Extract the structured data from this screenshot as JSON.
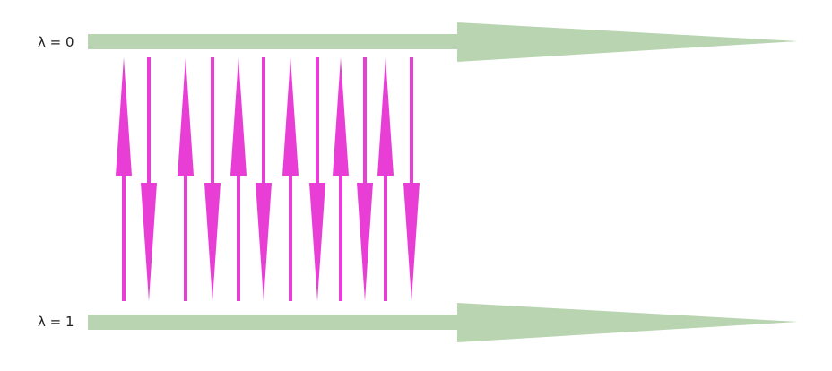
{
  "labels": {
    "top": "λ = 0",
    "bottom": "λ = 1"
  },
  "colors": {
    "band_arrow": "#b8d4b0",
    "transition_arrow": "#e83ed6",
    "label_text": "#222222"
  },
  "transitions": [
    {
      "direction": "up"
    },
    {
      "direction": "down"
    },
    {
      "direction": "up"
    },
    {
      "direction": "down"
    },
    {
      "direction": "up"
    },
    {
      "direction": "down"
    },
    {
      "direction": "up"
    },
    {
      "direction": "down"
    },
    {
      "direction": "up"
    },
    {
      "direction": "down"
    },
    {
      "direction": "up"
    },
    {
      "direction": "down"
    }
  ]
}
